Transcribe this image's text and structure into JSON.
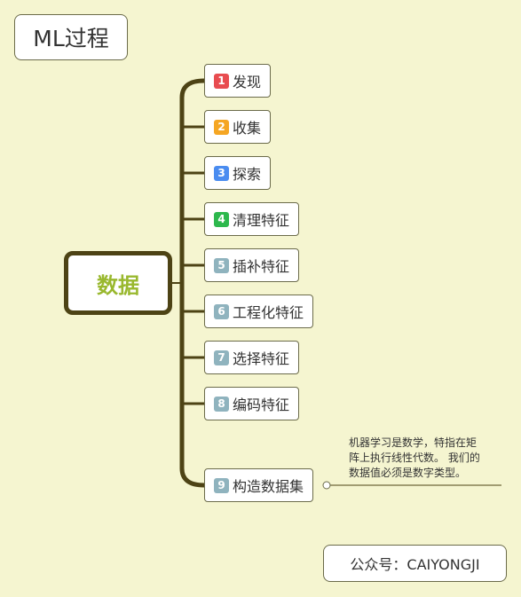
{
  "title": "ML过程",
  "root": "数据",
  "nodes": [
    {
      "num": "1",
      "label": "发现",
      "color": "#e84c50"
    },
    {
      "num": "2",
      "label": "收集",
      "color": "#f5a623"
    },
    {
      "num": "3",
      "label": "探索",
      "color": "#4a8cf0"
    },
    {
      "num": "4",
      "label": "清理特征",
      "color": "#2db84d"
    },
    {
      "num": "5",
      "label": "插补特征",
      "color": "#8fb3be"
    },
    {
      "num": "6",
      "label": "工程化特征",
      "color": "#8fb3be"
    },
    {
      "num": "7",
      "label": "选择特征",
      "color": "#8fb3be"
    },
    {
      "num": "8",
      "label": "编码特征",
      "color": "#8fb3be"
    },
    {
      "num": "9",
      "label": "构造数据集",
      "color": "#8fb3be"
    }
  ],
  "note": {
    "lines": [
      "机器学习是数学，特指在矩",
      "阵上执行线性代数。 我们的",
      "数据值必须是数字类型。"
    ]
  },
  "footer": "公众号：CAIYONGJI",
  "colors": {
    "background": "#f5f5d0",
    "branch": "#4d4315",
    "root_text": "#99b82e"
  }
}
